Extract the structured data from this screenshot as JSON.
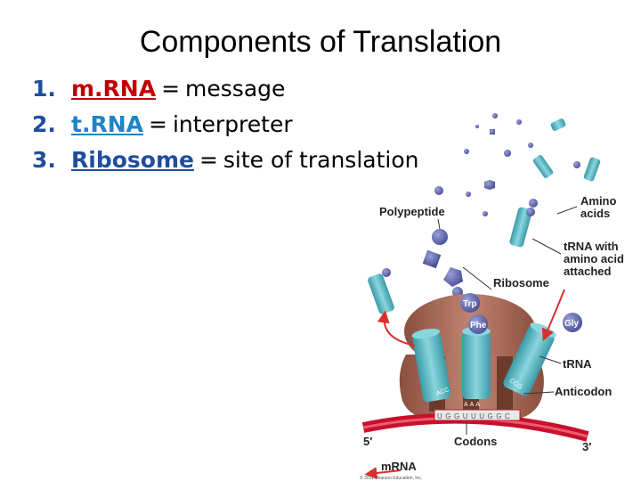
{
  "slide": {
    "title": "Components of Translation",
    "items": [
      {
        "number": "1.",
        "term": "m.RNA",
        "separator": "=",
        "description": "message",
        "term_color": "#c00000"
      },
      {
        "number": "2.",
        "term": "t.RNA",
        "separator": "=",
        "description": "interpreter",
        "term_color": "#1f83c5"
      },
      {
        "number": "3.",
        "term": "Ribosome",
        "separator": "=",
        "description": "site of translation",
        "term_color": "#1f4e9c"
      }
    ]
  },
  "figure": {
    "labels": {
      "polypeptide": "Polypeptide",
      "amino_acids_line1": "Amino",
      "amino_acids_line2": "acids",
      "trna_with_aa_line1": "tRNA with",
      "trna_with_aa_line2": "amino acid",
      "trna_with_aa_line3": "attached",
      "ribosome": "Ribosome",
      "trna": "tRNA",
      "anticodon": "Anticodon",
      "codons": "Codons",
      "five_prime": "5′",
      "three_prime": "3′",
      "mrna": "mRNA",
      "copyright": "© 2011 Pearson Education, Inc."
    },
    "amino_acid_tags": {
      "trp": "Trp",
      "phe": "Phe",
      "gly": "Gly"
    },
    "mrna_bases": "UGGUUUGGC",
    "anticodon_left": "ACC",
    "anticodon_middle": "AAA",
    "anticodon_right": "CCG",
    "colors": {
      "ribosome": "#a86a56",
      "trna": "#4fb8c4",
      "amino_acid": "#6b71b3",
      "mrna": "#c8102e"
    }
  }
}
